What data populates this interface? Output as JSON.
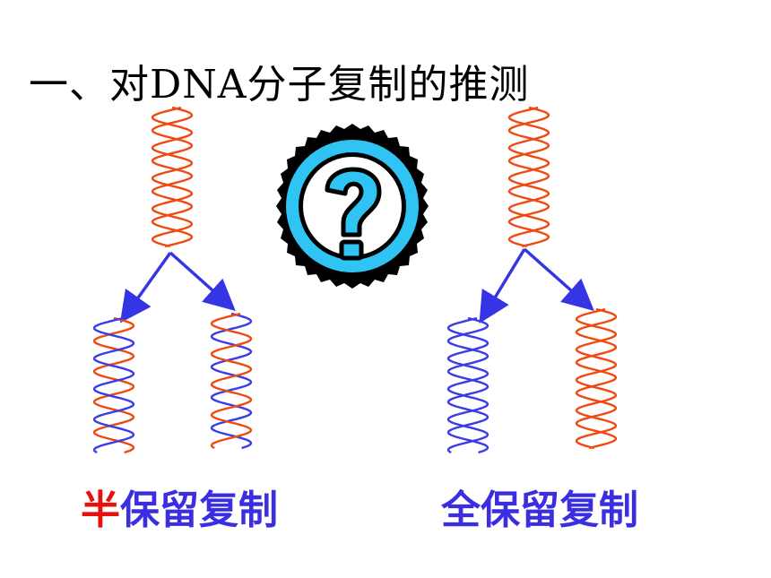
{
  "title": "一、对DNA分子复制的推测",
  "labels": {
    "semi_prefix": "半",
    "semi_rest": "保留复制",
    "full": "全保留复制"
  },
  "icon": "question-mark-icon",
  "colors": {
    "parent_strand": "#f04a12",
    "new_strand": "#3b3be8",
    "arrow": "#3535e6",
    "label_blue": "#3b2ee0",
    "label_red": "#e8100a",
    "badge_fill": "#2fc4f4"
  }
}
